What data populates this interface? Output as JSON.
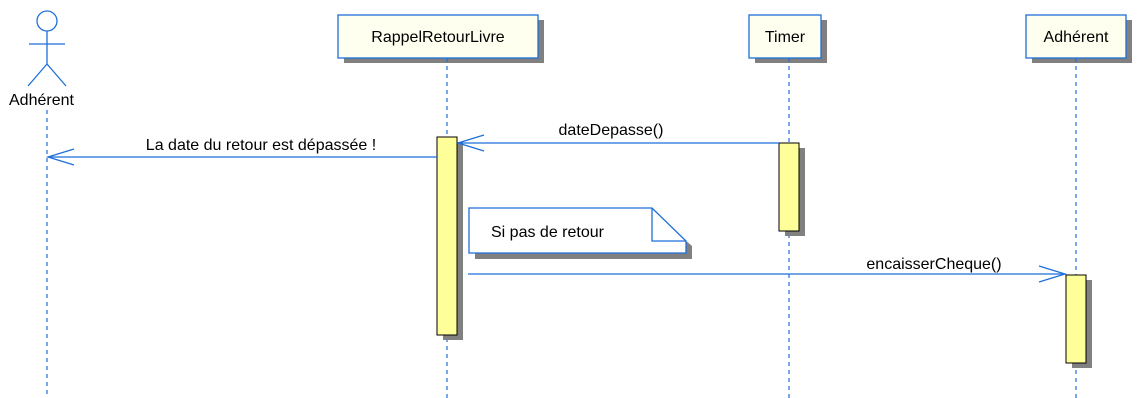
{
  "actors": [
    {
      "id": "actor-adherent",
      "name": "Adhérent",
      "kind": "actor"
    }
  ],
  "lifelines": [
    {
      "id": "rappel",
      "name": "RappelRetourLivre",
      "kind": "object"
    },
    {
      "id": "timer",
      "name": "Timer",
      "kind": "object"
    },
    {
      "id": "adherent-object",
      "name": "Adhérent",
      "kind": "object"
    }
  ],
  "messages": [
    {
      "id": "msg-date-depasse",
      "label": "dateDepasse()",
      "from": "timer",
      "to": "rappel"
    },
    {
      "id": "msg-date-retour",
      "label": "La date du retour est dépassée !",
      "from": "rappel",
      "to": "actor-adherent"
    },
    {
      "id": "msg-encaisser",
      "label": "encaisserCheque()",
      "from": "rappel",
      "to": "adherent-object"
    }
  ],
  "note": {
    "text": "Si pas de retour"
  },
  "colors": {
    "line": "#1e6fd9",
    "box_fill": "#fffff0",
    "box_border": "#1e6fd9",
    "activation_fill": "#ffff99",
    "activation_border": "#000000",
    "shadow": "#808080",
    "note_fill": "#ffffff"
  }
}
